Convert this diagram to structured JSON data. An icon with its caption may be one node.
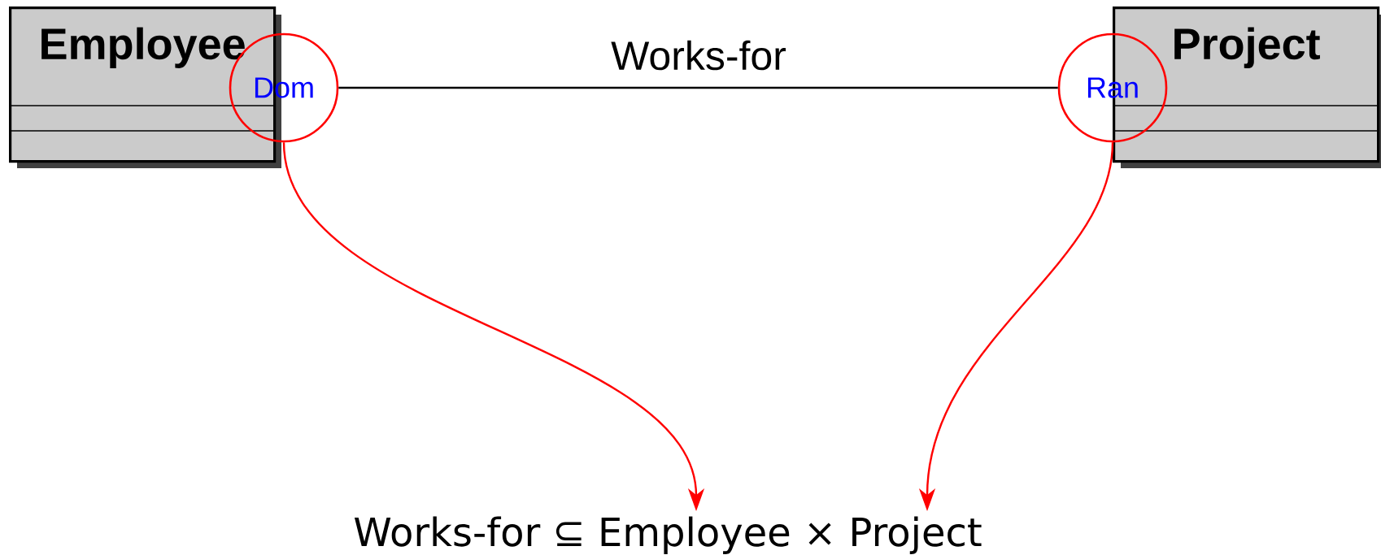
{
  "diagram": {
    "nodes": [
      {
        "text": [
          "Employee"
        ]
      },
      {
        "text": [
          "Project"
        ]
      },
      {
        "text": [
          "Dom"
        ]
      },
      {
        "text": [
          "Ran"
        ]
      },
      {
        "text": [
          "Works-for ⊆ Employee × Project"
        ]
      }
    ],
    "edges": [
      {
        "from": 2,
        "to": 3,
        "arrow": "none",
        "label": "Works-for",
        "color": "#000000"
      },
      {
        "from": 2,
        "to": 4,
        "arrow": "to",
        "color": "#ff0000"
      },
      {
        "from": 3,
        "to": 4,
        "arrow": "to",
        "color": "#ff0000"
      }
    ]
  }
}
